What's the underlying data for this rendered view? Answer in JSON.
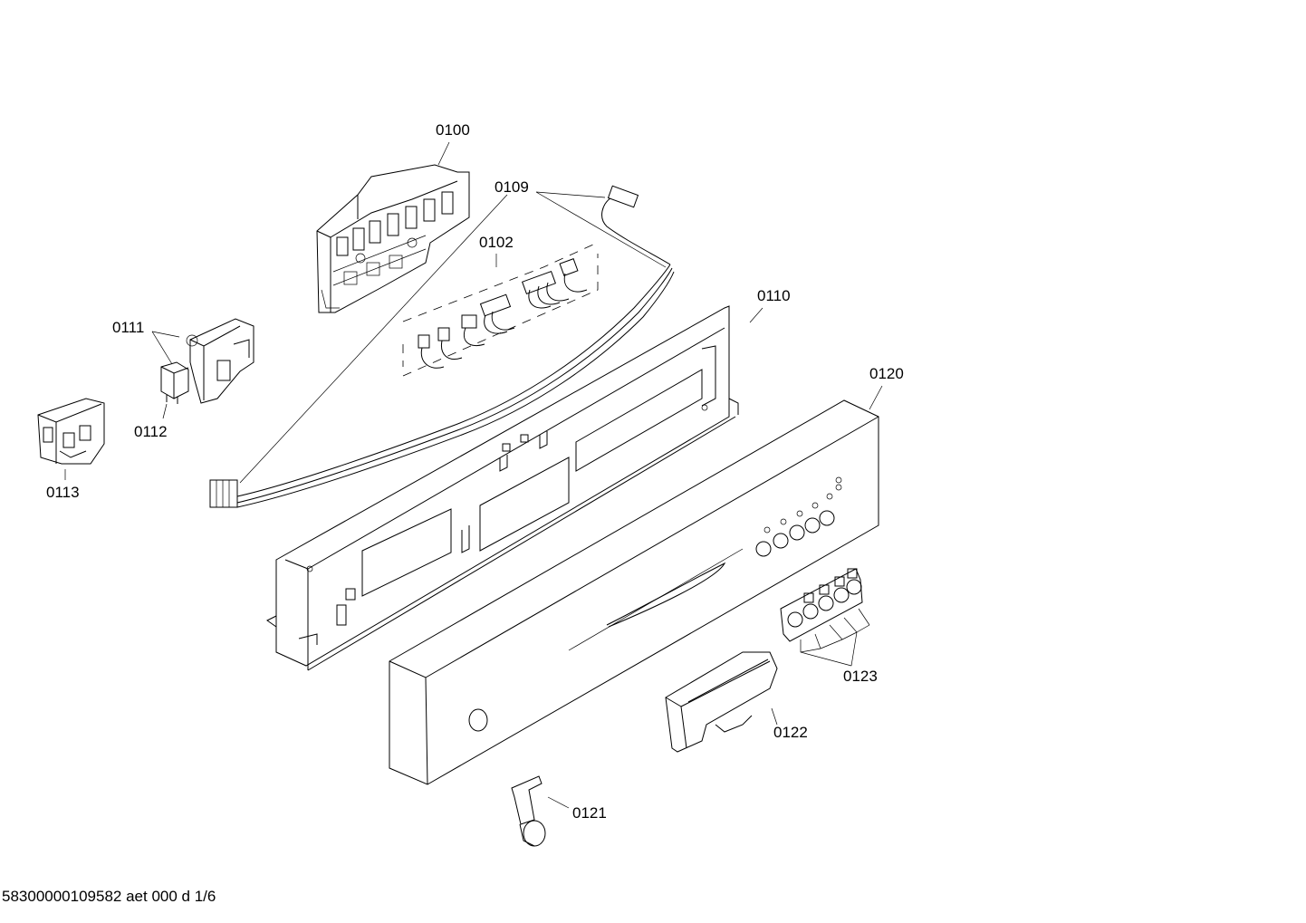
{
  "labels": {
    "p0100": "0100",
    "p0109": "0109",
    "p0102": "0102",
    "p0110": "0110",
    "p0111": "0111",
    "p0112": "0112",
    "p0113": "0113",
    "p0120": "0120",
    "p0121": "0121",
    "p0122": "0122",
    "p0123": "0123"
  },
  "footer": "58300000109582 aet 000 d 1/6"
}
